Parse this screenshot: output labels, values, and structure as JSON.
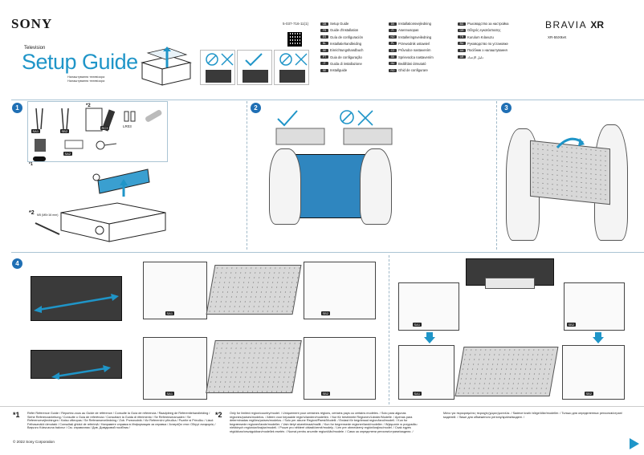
{
  "header": {
    "brand": "SONY",
    "category": "Television",
    "title": "Setup Guide",
    "subtitle_lines": [
      "Налаштування телевізора",
      "Налаштування телевізора"
    ],
    "doc_number": "5-037-716-11(1)",
    "model_brand_a": "BRAVIA",
    "model_brand_b": "XR",
    "model_number": "XR-55X9xK"
  },
  "languages": {
    "col1": [
      {
        "code": "GB",
        "label": "Setup Guide"
      },
      {
        "code": "FR",
        "label": "Guide d'installation"
      },
      {
        "code": "ES",
        "label": "Guía de configuración"
      },
      {
        "code": "NL",
        "label": "Installatiehandleiding"
      },
      {
        "code": "DE",
        "label": "Einrichtungshandbuch"
      },
      {
        "code": "PT",
        "label": "Guia de configuração"
      },
      {
        "code": "IT",
        "label": "Guida di installazione"
      },
      {
        "code": "SE",
        "label": "Installguide"
      }
    ],
    "col2": [
      {
        "code": "DK",
        "label": "Installationsvejledning"
      },
      {
        "code": "FI",
        "label": "Asennusopas"
      },
      {
        "code": "NO",
        "label": "Installeringsveiledning"
      },
      {
        "code": "PL",
        "label": "Przewodnik ustawień"
      },
      {
        "code": "CZ",
        "label": "Průvodce nastavením"
      },
      {
        "code": "SK",
        "label": "Sprievodca nastavením"
      },
      {
        "code": "HU",
        "label": "Beállítási útmutató"
      },
      {
        "code": "RO",
        "label": "Ghid de configurare"
      }
    ],
    "col3": [
      {
        "code": "BG",
        "label": "Ръководство за настройка"
      },
      {
        "code": "GR",
        "label": "Οδηγός εγκατάστασης"
      },
      {
        "code": "TR",
        "label": "Kurulum Kılavuzu"
      },
      {
        "code": "RU",
        "label": "Руководство по установке"
      },
      {
        "code": "UA",
        "label": "Посібник з налаштування"
      },
      {
        "code": "AR",
        "label": "دليل الإعداد"
      }
    ]
  },
  "step1": {
    "badge": "1",
    "parts": [
      "SA1",
      "SB2",
      "RC3",
      "LR03",
      "SA2"
    ],
    "footnote2_text": "M5 (M5×16 mm)"
  },
  "step2": {
    "badge": "2"
  },
  "step3": {
    "badge": "3"
  },
  "step4": {
    "badge": "4",
    "labels": [
      "SA1",
      "SB2",
      "SA1",
      "SB2",
      "SA1",
      "SB2",
      "SA1",
      "SB2"
    ]
  },
  "footer": {
    "mark1": "*1",
    "text1": "Refer Reference Guide / Reportez-vous au Guide de référence / Consulte la Guía de referencia / Raadpleeg de Referentiehandleiding / Siehe Referenzanleitung / Consulte o Guia de referência / Consultare la Guida di riferimento / Se Referensmanualen / Se Referencevejledningen / Katso viiteopas / Se Referanseveiledning / Zob. Przewodnik / Viz Referenční příručka / Pozrite si Príručku / Lásd: Felhasználói útmutató / Consultați ghidul de referință / Направете справка в Информация за справка / Ανατρέξτε στον Οδηγό αναφοράς / Başvuru Kılavuzuna bakınız / См. справочник / Див. Довідковий посібник /",
    "mark2": "*2",
    "text2": "Only for limited region/country/model. / Uniquement pour certaines régions, certains pays ou certains modèles. / Solo para algunas regiones/países/modelos. / Alleen voor bepaalde regio's/landen/modellen. / Nur für bestimmte Regionen/Länder/Modelle. / Apenas para determinadas regiões/países/modelos. / Solo per alcune Regioni/Paesi/Modelli. / Endast för begränsad region/land/modell. / Kun for begrænsede regioner/lande/modeller. / Vain tietyt alueet/maat/mallit. / Kun for begrensede regioner/land/modeller. / Wyłącznie w przypadku niektórych regionów/krajów/modeli. / Pouze pro některé oblasti/země/modely. / Len pre obmedzený región/krajinu/model. / Csak egyes régiókban/országokban/modellek esetén. / Numai pentru anumite regiuni/țări/modele. / Само за определени региони/страни/модели. /",
    "text3": "Μόνο για περιορισμένες περιοχές/χώρες/μοντέλα. / Sadece kısıtlı bölge/ülke/modeller. / Только для определенных регионов/стран/моделей. / Лише для обмеженого регіону/країни/моделі. /",
    "copyright": "© 2022 Sony Corporation"
  }
}
